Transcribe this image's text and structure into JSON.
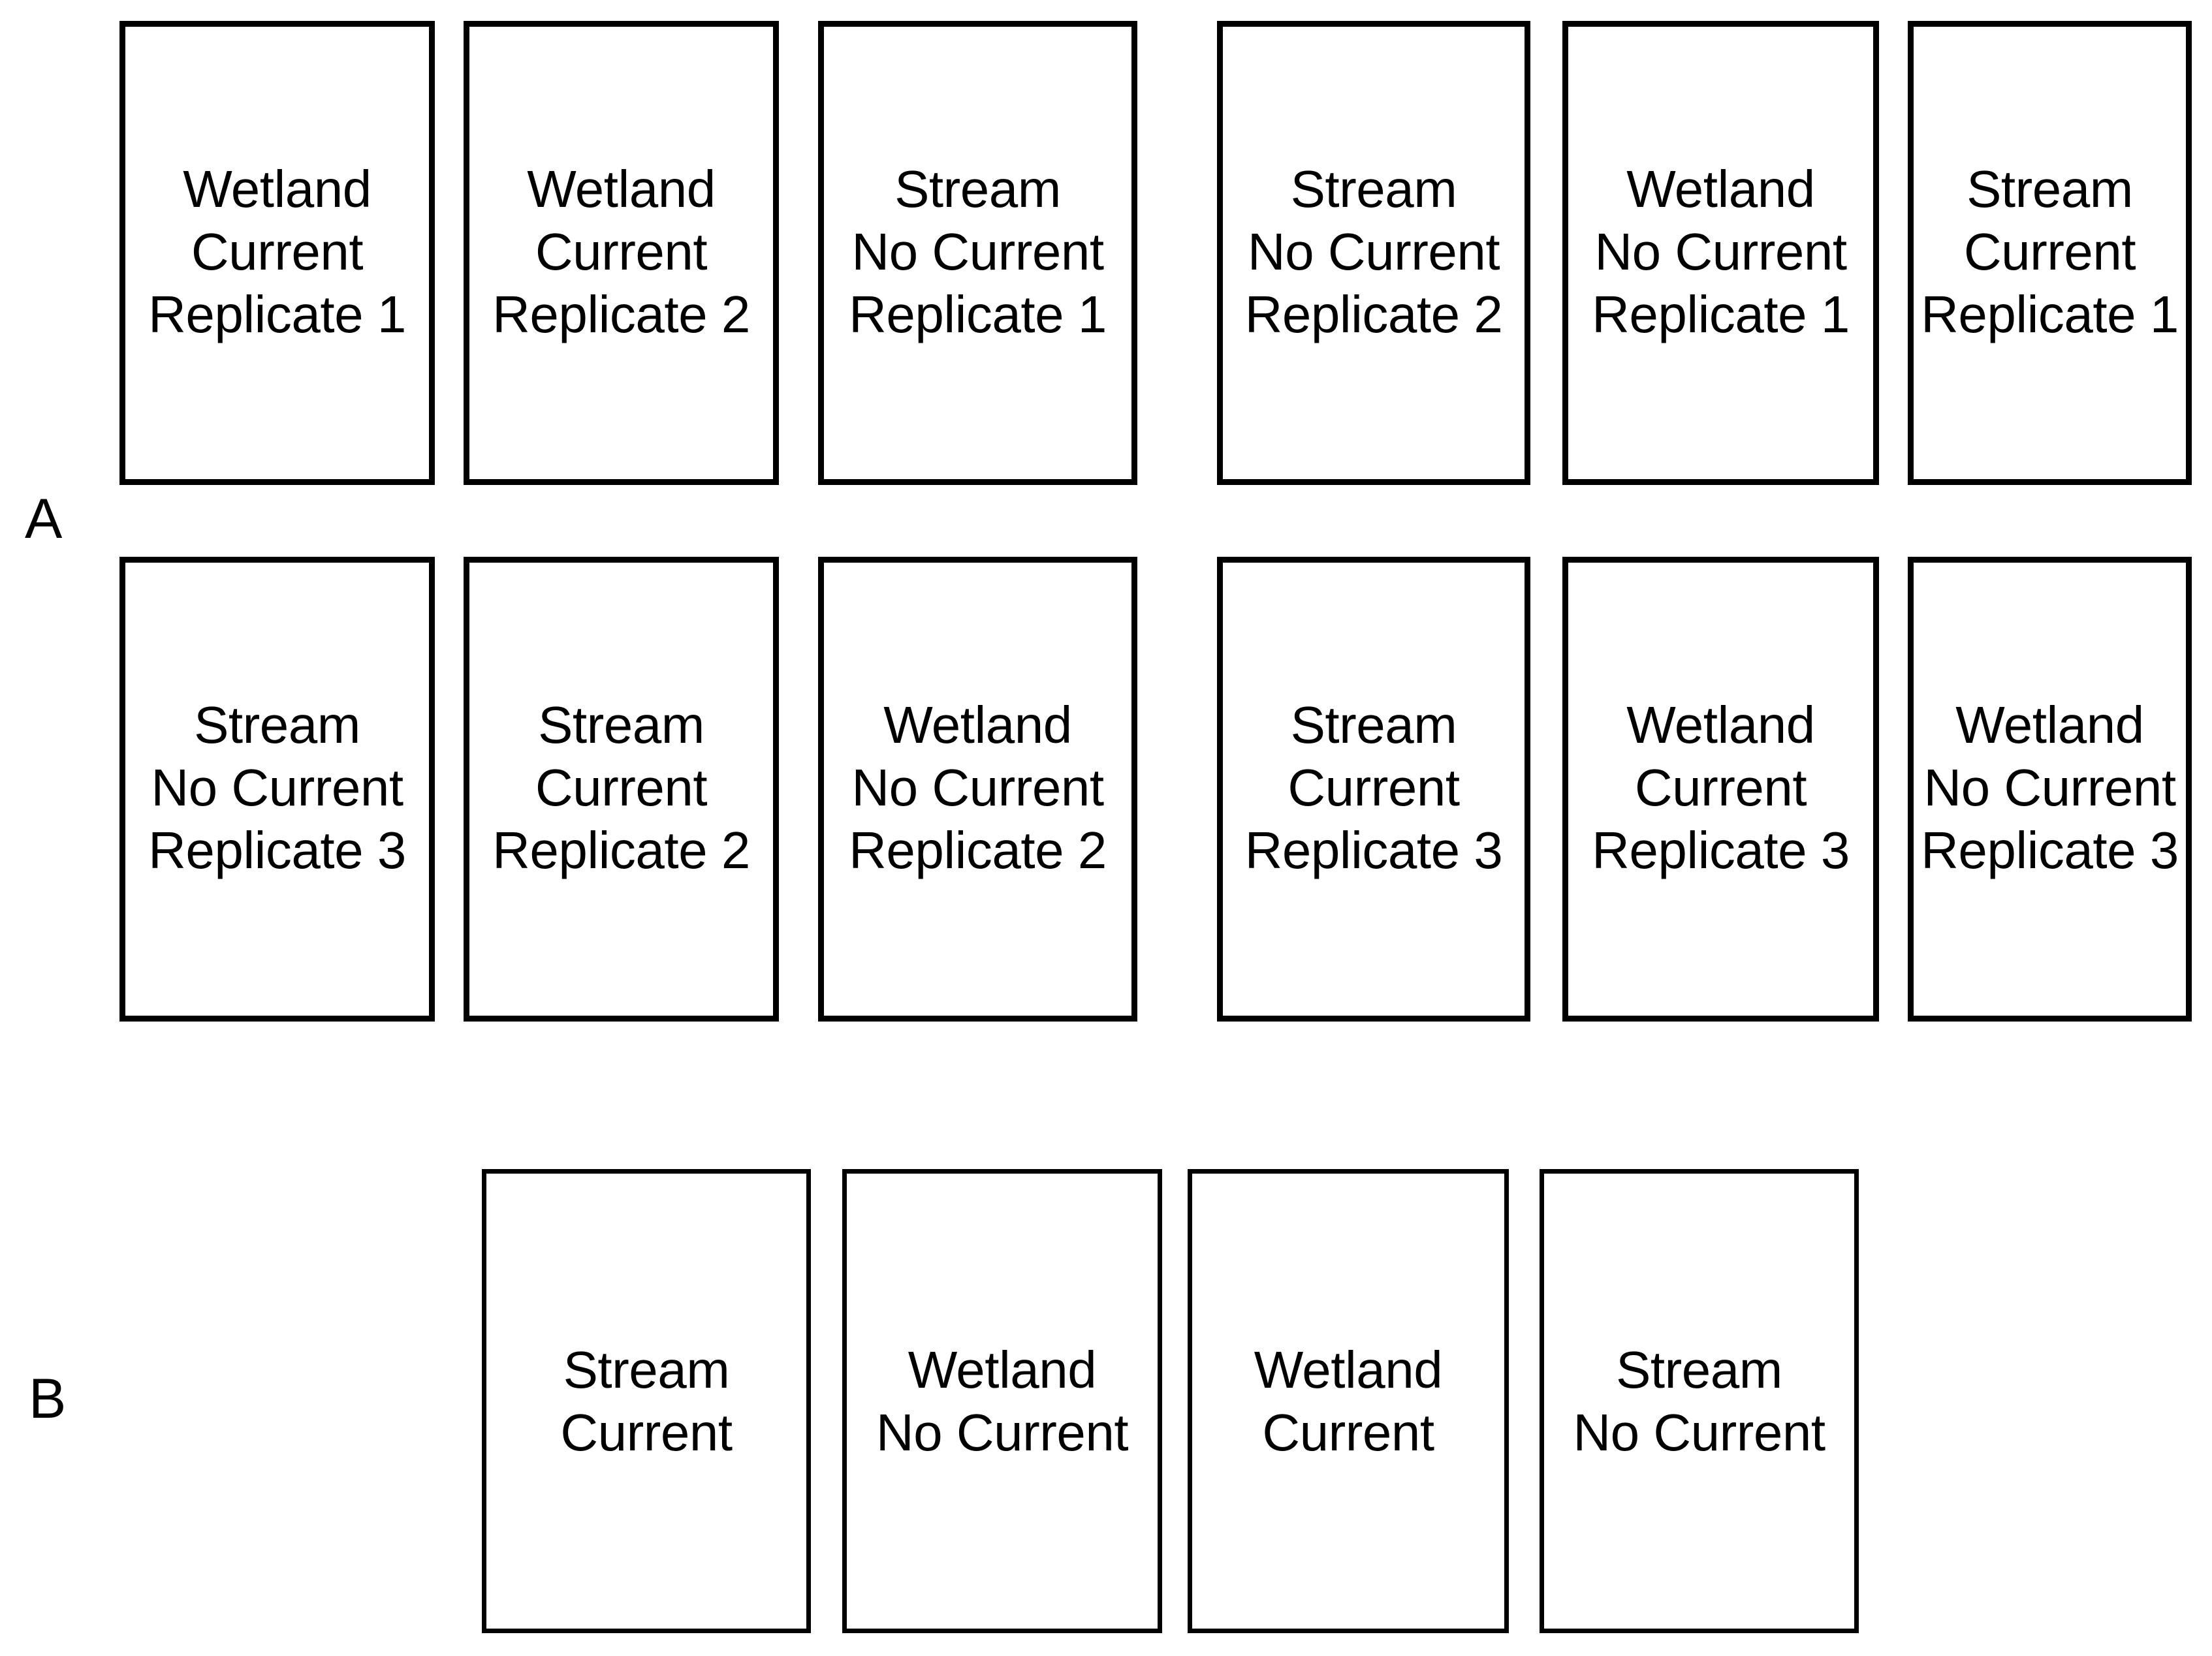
{
  "figure": {
    "panels": [
      {
        "letter": "A",
        "rows": [
          {
            "tanks": [
              {
                "habitat": "Wetland",
                "flow": "Current",
                "replicate": "Replicate 1",
                "text": "Wetland\nCurrent\nReplicate 1"
              },
              {
                "habitat": "Wetland",
                "flow": "Current",
                "replicate": "Replicate 2",
                "text": "Wetland\nCurrent\nReplicate 2"
              },
              {
                "habitat": "Stream",
                "flow": "No Current",
                "replicate": "Replicate 1",
                "text": "Stream\nNo Current\nReplicate 1"
              },
              {
                "habitat": "Stream",
                "flow": "No Current",
                "replicate": "Replicate 2",
                "text": "Stream\nNo Current\nReplicate 2"
              },
              {
                "habitat": "Wetland",
                "flow": "No Current",
                "replicate": "Replicate 1",
                "text": "Wetland\nNo Current\nReplicate 1"
              },
              {
                "habitat": "Stream",
                "flow": "Current",
                "replicate": "Replicate 1",
                "text": "Stream\nCurrent\nReplicate 1"
              }
            ]
          },
          {
            "tanks": [
              {
                "habitat": "Stream",
                "flow": "No Current",
                "replicate": "Replicate 3",
                "text": "Stream\nNo Current\nReplicate 3"
              },
              {
                "habitat": "Stream",
                "flow": "Current",
                "replicate": "Replicate 2",
                "text": "Stream\nCurrent\nReplicate 2"
              },
              {
                "habitat": "Wetland",
                "flow": "No Current",
                "replicate": "Replicate 2",
                "text": "Wetland\nNo Current\nReplicate 2"
              },
              {
                "habitat": "Stream",
                "flow": "Current",
                "replicate": "Replicate 3",
                "text": "Stream\nCurrent\nReplicate 3"
              },
              {
                "habitat": "Wetland",
                "flow": "Current",
                "replicate": "Replicate 3",
                "text": "Wetland\nCurrent\nReplicate 3"
              },
              {
                "habitat": "Wetland",
                "flow": "No Current",
                "replicate": "Replicate 3",
                "text": "Wetland\nNo Current\nReplicate 3"
              }
            ]
          }
        ]
      },
      {
        "letter": "B",
        "rows": [
          {
            "tanks": [
              {
                "habitat": "Stream",
                "flow": "Current",
                "replicate": "",
                "text": "Stream\nCurrent"
              },
              {
                "habitat": "Wetland",
                "flow": "No Current",
                "replicate": "",
                "text": "Wetland\nNo Current"
              },
              {
                "habitat": "Wetland",
                "flow": "Current",
                "replicate": "",
                "text": "Wetland\nCurrent"
              },
              {
                "habitat": "Stream",
                "flow": "No Current",
                "replicate": "",
                "text": "Stream\nNo Current"
              }
            ]
          }
        ]
      }
    ],
    "colors": {
      "background": "#ffffff",
      "stroke": "#000000",
      "text": "#000000"
    }
  }
}
